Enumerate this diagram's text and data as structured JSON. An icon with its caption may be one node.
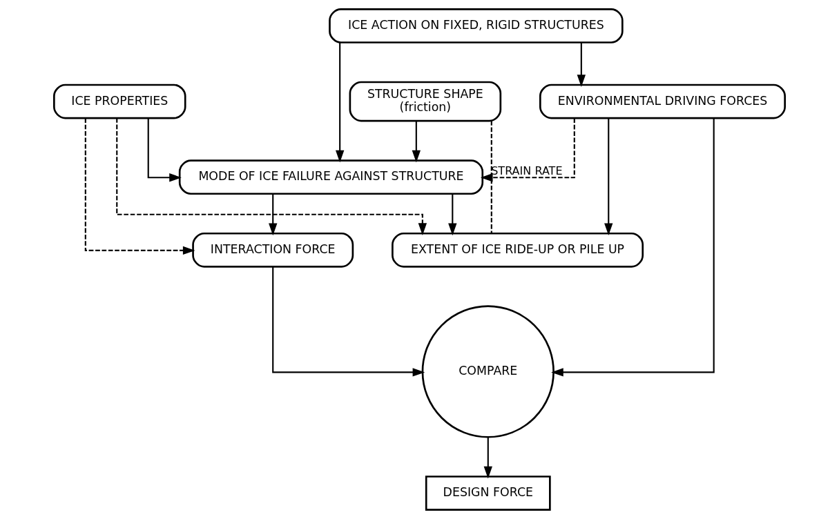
{
  "diagram": {
    "nodes": [
      {
        "text": [
          "ICE ACTION ON FIXED, RIGID STRUCTURES"
        ]
      },
      {
        "text": [
          "ENVIRONMENTAL DRIVING FORCES"
        ]
      },
      {
        "text": [
          "ICE PROPERTIES"
        ]
      },
      {
        "text": [
          "STRUCTURE SHAPE",
          "(friction)"
        ]
      },
      {
        "text": [
          "MODE OF ICE FAILURE AGAINST STRUCTURE"
        ]
      },
      {
        "text": [
          "COMPARE"
        ]
      },
      {
        "text": [
          "INTERACTION FORCE"
        ]
      },
      {
        "text": [
          "EXTENT OF ICE RIDE-UP OR PILE UP"
        ]
      },
      {
        "text": [
          "DESIGN FORCE"
        ]
      }
    ],
    "edges": [
      {
        "from": 0,
        "to": 1,
        "arrow": "to"
      },
      {
        "from": 0,
        "to": 4,
        "arrow": "to"
      },
      {
        "from": 2,
        "to": 4,
        "arrow": "to"
      },
      {
        "from": 3,
        "to": 4,
        "arrow": "to"
      },
      {
        "from": 1,
        "to": 4,
        "arrow": "to",
        "label": "STRAIN RATE",
        "style": "dashed"
      },
      {
        "from": 2,
        "to": 6,
        "arrow": "to",
        "style": "dashed"
      },
      {
        "from": 2,
        "to": 7,
        "arrow": "to",
        "style": "dashed"
      },
      {
        "from": 1,
        "to": 7,
        "arrow": "to"
      },
      {
        "from": 4,
        "to": 6,
        "arrow": "to"
      },
      {
        "from": 4,
        "to": 7,
        "arrow": "to"
      },
      {
        "from": 3,
        "to": 7,
        "arrow": "none",
        "style": "dashed"
      },
      {
        "from": 1,
        "to": 5,
        "arrow": "to"
      },
      {
        "from": 6,
        "to": 5,
        "arrow": "to"
      },
      {
        "from": 5,
        "to": 8,
        "arrow": "to"
      }
    ]
  }
}
